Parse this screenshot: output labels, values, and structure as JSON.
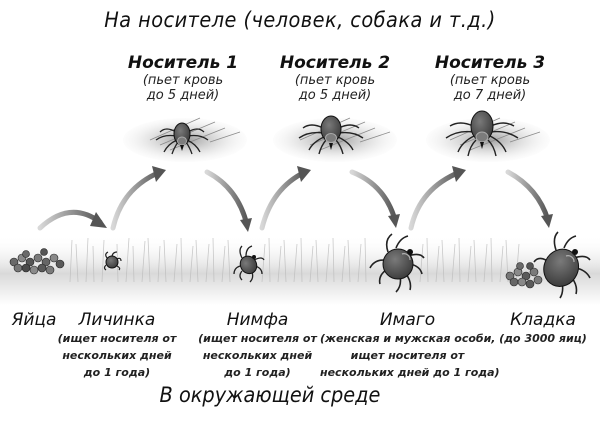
{
  "header": {
    "title": "На носителе (человек, собака и т.д.)"
  },
  "hosts": [
    {
      "name": "Носитель 1",
      "note_line1": "(пьет кровь",
      "note_line2": "до 5 дней)"
    },
    {
      "name": "Носитель 2",
      "note_line1": "(пьет кровь",
      "note_line2": "до 5 дней)"
    },
    {
      "name": "Носитель 3",
      "note_line1": "(пьет кровь",
      "note_line2": "до 7 дней)"
    }
  ],
  "stages": [
    {
      "name": "Яйца"
    },
    {
      "name": "Личинка",
      "note_line1": "(ищет носителя от",
      "note_line2": "нескольких дней",
      "note_line3": "до 1 года)"
    },
    {
      "name": "Нимфа",
      "note_line1": "(ищет носителя от",
      "note_line2": "нескольких дней",
      "note_line3": "до 1 года)"
    },
    {
      "name": "Имаго",
      "note_line1": "(женская и мужская особи,",
      "note_line2": "ищет носителя от",
      "note_line3": "нескольких дней до 1 года)"
    },
    {
      "name": "Кладка",
      "note_line1": "(до 3000 яиц)"
    }
  ],
  "footer": {
    "title": "В окружающей среде"
  },
  "colors": {
    "background": "#ffffff",
    "text": "#111111",
    "tick_body": "#5a5a5a",
    "arrow": "#6e6e6e",
    "grass": "#c8c8c8"
  }
}
